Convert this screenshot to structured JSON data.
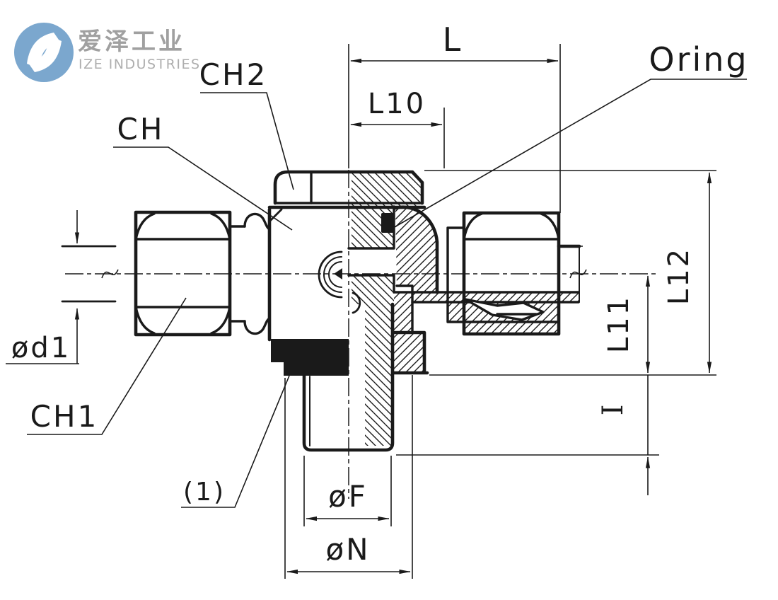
{
  "page": {
    "background": "#ffffff",
    "line_color": "#1a1a1a"
  },
  "logo": {
    "brand_cn": "爱泽工业",
    "brand_en": "IZE INDUSTRIES",
    "mark_color": "#7ba7ce"
  },
  "drawing": {
    "description": "Sectioned technical drawing of a swivel banjo tee tube fitting with stud thread",
    "dimensions": {
      "L": "L",
      "L10": "L10",
      "L12": "L12",
      "L11": "L11",
      "I": "I",
      "d1": "ød1",
      "F": "øF",
      "N": "øN"
    },
    "callouts": {
      "CH": "CH",
      "CH1": "CH1",
      "CH2": "CH2",
      "oring": "Oring",
      "item1": "(1)"
    }
  }
}
